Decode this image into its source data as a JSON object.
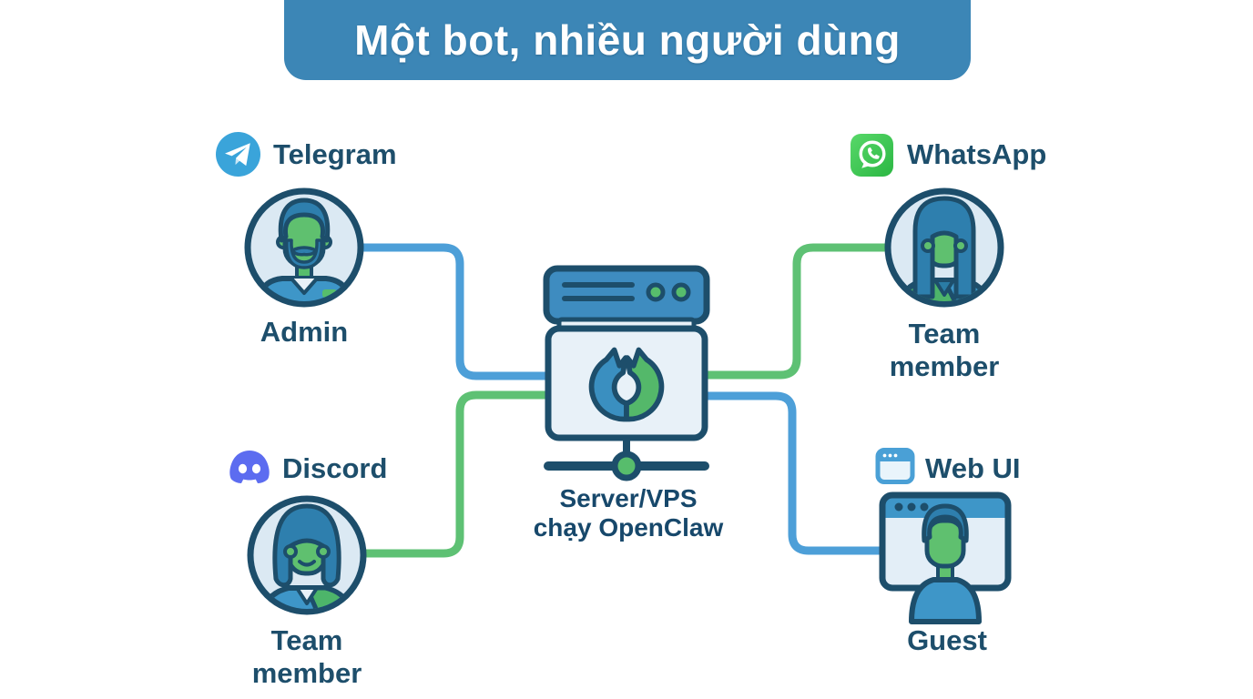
{
  "banner": {
    "title": "Một bot, nhiều người dùng",
    "bg_color": "#3c86b6",
    "text_color": "#ffffff"
  },
  "server": {
    "label_line1": "Server/VPS",
    "label_line2": "chạy OpenClaw"
  },
  "platforms": {
    "telegram": {
      "label": "Telegram",
      "role": "Admin",
      "position": "top-left"
    },
    "whatsapp": {
      "label": "WhatsApp",
      "role": "Team member",
      "position": "top-right"
    },
    "discord": {
      "label": "Discord",
      "role": "Team member",
      "position": "bottom-left"
    },
    "webui": {
      "label": "Web UI",
      "role": "Guest",
      "position": "bottom-right"
    }
  },
  "connections": [
    {
      "from": "Telegram Admin",
      "to": "Server",
      "color": "#4d9fd8"
    },
    {
      "from": "Discord Team member",
      "to": "Server",
      "color": "#5ec174"
    },
    {
      "from": "Server",
      "to": "WhatsApp Team member",
      "color": "#5ec174"
    },
    {
      "from": "Server",
      "to": "Web UI Guest",
      "color": "#4d9fd8"
    }
  ],
  "colors": {
    "outline_navy": "#1d4e6b",
    "text_navy": "#17486b",
    "line_blue": "#4d9fd8",
    "line_green": "#5ec174",
    "avatar_bg": "#dbe9f3",
    "skin_green": "#5fc06f",
    "hair_blue": "#2e7fae",
    "shirt_blue": "#3e96c8",
    "logo_green": "#54b86a",
    "logo_blue": "#3a8fc0",
    "server_bar_blue": "#3e8cc0"
  }
}
